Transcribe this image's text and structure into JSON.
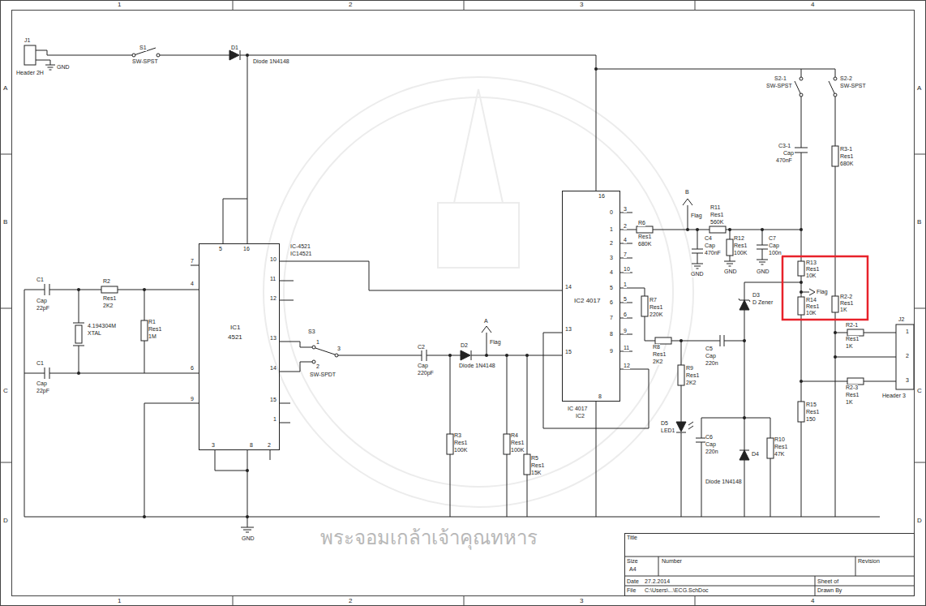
{
  "diagram": {
    "nodes": [
      {
        "text": [
          "IC1",
          "4521"
        ]
      },
      {
        "text": [
          "IC2 4017"
        ]
      }
    ],
    "edges": [
      {
        "from": 0,
        "to": 1,
        "arrow": "none"
      }
    ],
    "labels": [
      "1",
      "2",
      "3",
      "4",
      "1",
      "2",
      "3",
      "4",
      "A",
      "B",
      "C",
      "D",
      "A",
      "B",
      "C",
      "D",
      "J1",
      "Header 2H",
      "GND",
      "S1",
      "SW-SPST",
      "D1",
      "Diode 1N4148",
      "7",
      "4",
      "6",
      "9",
      "10",
      "11",
      "12",
      "13",
      "14",
      "15",
      "1",
      "5",
      "16",
      "3",
      "8",
      "2",
      "IC-4521",
      "IC14521",
      "C1",
      "Cap",
      "22pF",
      "C1",
      "Cap",
      "22pF",
      "R2",
      "Res1",
      "2K2",
      "4.194304M",
      "XTAL",
      "R1",
      "Res1",
      "1M",
      "GND",
      "S3",
      "1",
      "2",
      "3",
      "SW-SPDT",
      "C2",
      "Cap",
      "220pF",
      "D2",
      "Diode 1N4148",
      "A",
      "Flag",
      "R3",
      "Res1",
      "100K",
      "R4",
      "Res1",
      "100K",
      "R5",
      "Res1",
      "15K",
      "0",
      "1",
      "2",
      "3",
      "4",
      "5",
      "6",
      "7",
      "8",
      "9",
      "3",
      "2",
      "4",
      "7",
      "10",
      "1",
      "5",
      "6",
      "9",
      "11",
      "12",
      "14",
      "13",
      "15",
      "16",
      "8",
      "IC 4017",
      "IC2",
      "R6",
      "Res1",
      "680K",
      "B",
      "Flag",
      "R11",
      "Res1",
      "560K",
      "C4",
      "Cap",
      "470nF",
      "GND",
      "R12",
      "Res1",
      "100K",
      "GND",
      "C7",
      "Cap",
      "100n",
      "GND",
      "D3",
      "D Zener",
      "C5",
      "Cap",
      "220n",
      "R7",
      "Res1",
      "220K",
      "R8",
      "Res1",
      "2K2",
      "R9",
      "Res1",
      "2K2",
      "D5",
      "LED1",
      "C6",
      "Cap",
      "220n",
      "D4",
      "Diode 1N4148",
      "R10",
      "Res1",
      "47K",
      "S2-1",
      "SW-SPST",
      "S2-2",
      "SW-SPST",
      "C3-1",
      "Cap",
      "470nF",
      "R3-1",
      "Res1",
      "680K",
      "R13",
      "Res1",
      "10K",
      "Flag",
      "R2-2",
      "Res1",
      "1K",
      "R14",
      "Res1",
      "10K",
      "R2-1",
      "Res1",
      "1K",
      "R2-3",
      "Res1",
      "1K",
      "R15",
      "Res1",
      "150",
      "J2",
      "Header 3",
      "1",
      "2",
      "3",
      "Title",
      "Size",
      "A4",
      "Number",
      "Revision",
      "Date",
      "27.2.2014",
      "Sheet of",
      "File",
      "C:\\Users\\...\\ECG.SchDoc",
      "Drawn By",
      "พระจอมเกล้าเจ้าคุณทหาร"
    ]
  }
}
